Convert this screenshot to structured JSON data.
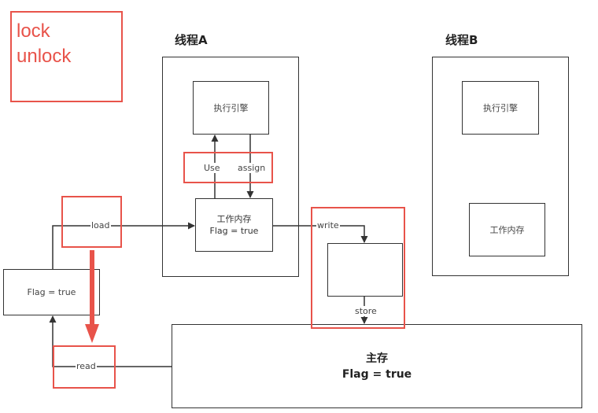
{
  "legend": {
    "line1": "lock",
    "line2": "unlock"
  },
  "threadA": {
    "title": "线程A",
    "engine": "执行引擎",
    "work_mem": "工作内存",
    "flag": "Flag = true"
  },
  "threadB": {
    "title": "线程B",
    "engine": "执行引擎",
    "work_mem": "工作内存"
  },
  "ops": {
    "use": "Use",
    "assign": "assign",
    "load": "load",
    "read": "read",
    "write": "write",
    "store": "store"
  },
  "left_box": {
    "flag": "Flag = true"
  },
  "main_memory": {
    "title": "主存",
    "flag": "Flag = true"
  },
  "colors": {
    "accent_red": "#e8534a",
    "line": "#333333"
  }
}
